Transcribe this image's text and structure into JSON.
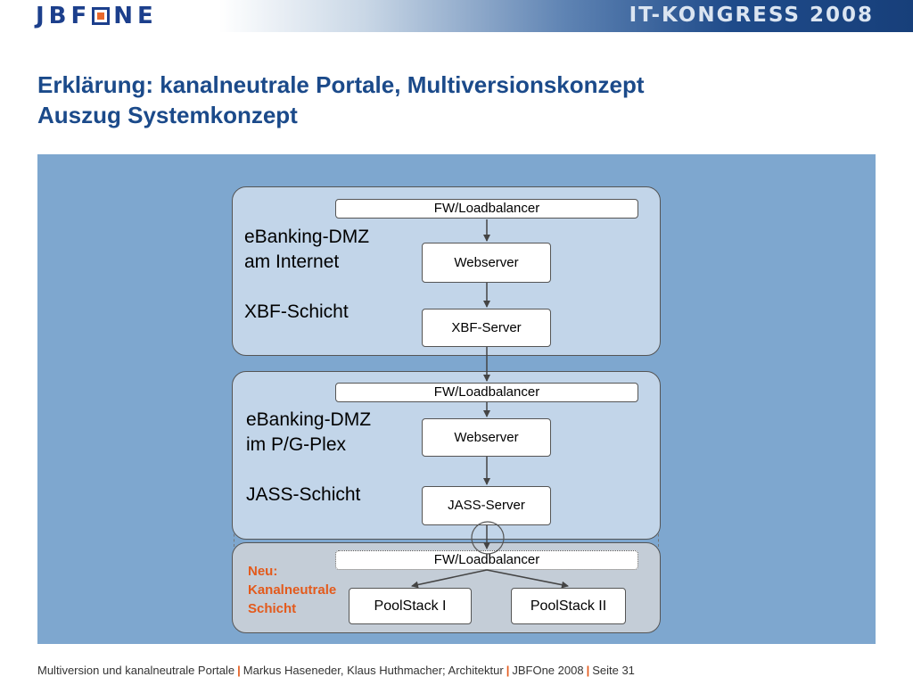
{
  "header": {
    "logo_text": "JBFONE",
    "event": "IT-KONGRESS 2008"
  },
  "title": {
    "line1": "Erklärung: kanalneutrale Portale, Multiversionskonzept",
    "line2": "Auszug Systemkonzept"
  },
  "diagram": {
    "zone1": {
      "label_line1": "eBanking-DMZ",
      "label_line2": "am Internet",
      "label_line3": "XBF-Schicht",
      "bar": "FW/Loadbalancer",
      "node1": "Webserver",
      "node2": "XBF-Server"
    },
    "zone2": {
      "label_line1": "eBanking-DMZ",
      "label_line2": "im P/G-Plex",
      "label_line3": "JASS-Schicht",
      "bar": "FW/Loadbalancer",
      "node1": "Webserver",
      "node2": "JASS-Server"
    },
    "zone3": {
      "label_line1": "Neu:",
      "label_line2": "Kanalneutrale",
      "label_line3": "Schicht",
      "bar": "FW/Loadbalancer",
      "node1": "PoolStack I",
      "node2": "PoolStack II"
    },
    "colors": {
      "panel": "#7ea7cf",
      "zone_fill": "#c2d5e9",
      "new_zone_fill": "#c4cdd7",
      "highlight": "#e35a1c"
    }
  },
  "footer": {
    "part1": "Multiversion und kanalneutrale Portale",
    "part2": "Markus Haseneder, Klaus Huthmacher; Architektur",
    "part3": "JBFOne 2008",
    "part4": "Seite 31"
  }
}
